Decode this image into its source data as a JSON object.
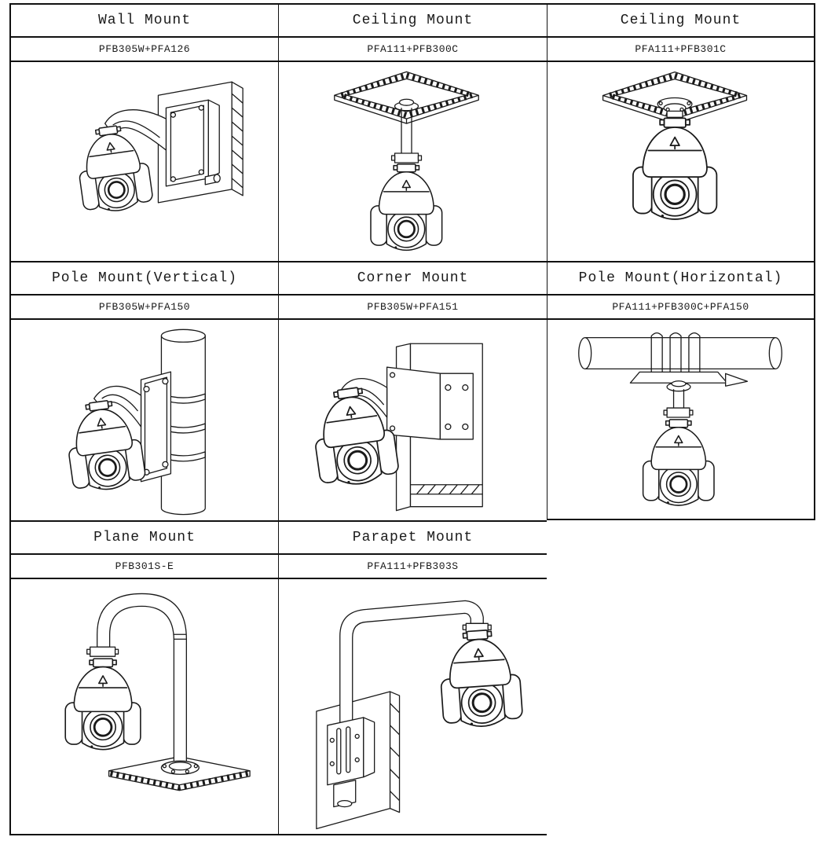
{
  "page": {
    "background": "#ffffff",
    "line_color": "#1a1a1a",
    "description": "PTZ camera mounting options table"
  },
  "cells": [
    {
      "title": "Wall Mount",
      "part": "PFB305W+PFA126",
      "figure": "wall-mount-diagram"
    },
    {
      "title": "Ceiling Mount",
      "part": "PFA111+PFB300C",
      "figure": "ceiling-mount-long-diagram"
    },
    {
      "title": "Ceiling Mount",
      "part": "PFA111+PFB301C",
      "figure": "ceiling-mount-short-diagram"
    },
    {
      "title": "Pole Mount(Vertical)",
      "part": "PFB305W+PFA150",
      "figure": "pole-mount-vertical-diagram"
    },
    {
      "title": "Corner Mount",
      "part": "PFB305W+PFA151",
      "figure": "corner-mount-diagram"
    },
    {
      "title": "Pole Mount(Horizontal)",
      "part": "PFA111+PFB300C+PFA150",
      "figure": "pole-mount-horizontal-diagram"
    },
    {
      "title": "Plane Mount",
      "part": "PFB301S-E",
      "figure": "plane-mount-diagram"
    },
    {
      "title": "Parapet Mount",
      "part": "PFA111+PFB303S",
      "figure": "parapet-mount-diagram"
    }
  ]
}
